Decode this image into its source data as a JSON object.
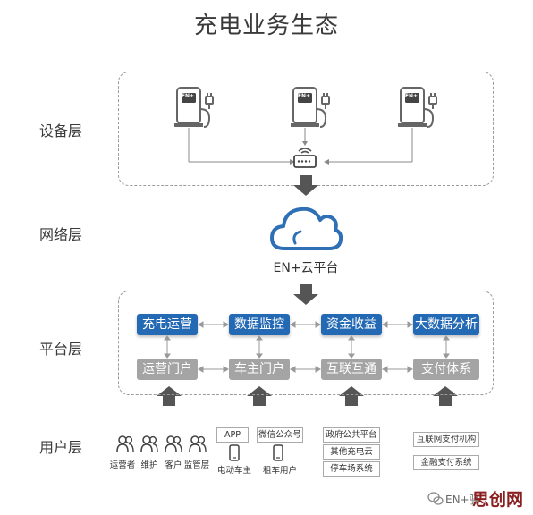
{
  "title": "充电业务生态",
  "layers": {
    "device": "设备层",
    "network": "网络层",
    "platform": "平台层",
    "user": "用户层"
  },
  "charger_text": "EN+",
  "cloud_label": "EN+云平台",
  "platform": {
    "blue": [
      "充电运营",
      "数据监控",
      "资金收益",
      "大数据分析"
    ],
    "gray": [
      "运营门户",
      "车主门户",
      "互联互通",
      "支付体系"
    ]
  },
  "users": {
    "operators": [
      "运营者",
      "维护",
      "客户",
      "监管层"
    ],
    "app_box": "APP",
    "app_label": "电动车主",
    "wechat_box": "微信公众号",
    "wechat_label": "租车用户",
    "gov_boxes": [
      "政府公共平台",
      "其他充电云",
      "停车场系统"
    ],
    "fin_boxes": [
      "互联网支付机构",
      "金融支付系统"
    ]
  },
  "footer": {
    "account": "EN+驿",
    "watermark": "思创网"
  },
  "colors": {
    "blue": "#2469b3",
    "gray": "#a4a4a4",
    "arrow": "#555555",
    "cloud": "#2f6fb5"
  }
}
